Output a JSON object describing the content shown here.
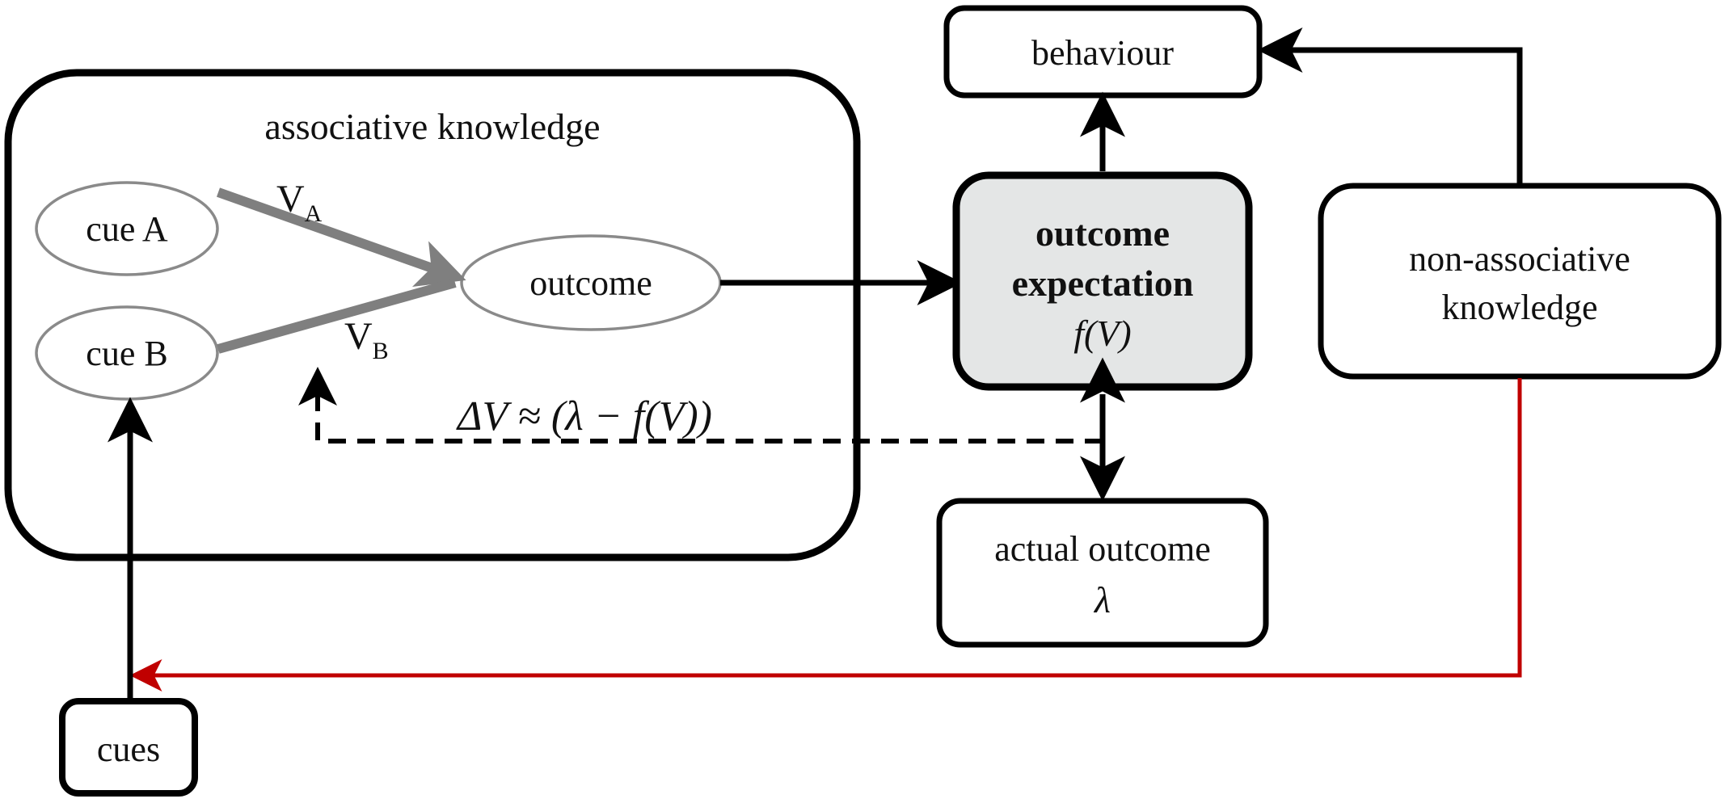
{
  "associative_box": {
    "title": "associative knowledge"
  },
  "nodes": {
    "cue_a": "cue A",
    "cue_b": "cue B",
    "outcome": "outcome",
    "behaviour": "behaviour",
    "outcome_expectation": {
      "line1": "outcome",
      "line2": "expectation",
      "line3": "f(V)"
    },
    "non_associative": {
      "line1": "non-associative",
      "line2": "knowledge"
    },
    "actual_outcome": {
      "line1": "actual outcome",
      "line2": "λ"
    },
    "cues": "cues"
  },
  "edge_labels": {
    "va_main": "V",
    "va_sub": "A",
    "vb_main": "V",
    "vb_sub": "B",
    "update_rule": "ΔV ≈ (λ − f(V))"
  },
  "colors": {
    "line": "#000000",
    "assoc_link": "#7f7f7f",
    "ellipse_stroke": "#8a8a8a",
    "expectation_fill": "#e4e6e6",
    "feedback_arrow": "#c00000"
  }
}
